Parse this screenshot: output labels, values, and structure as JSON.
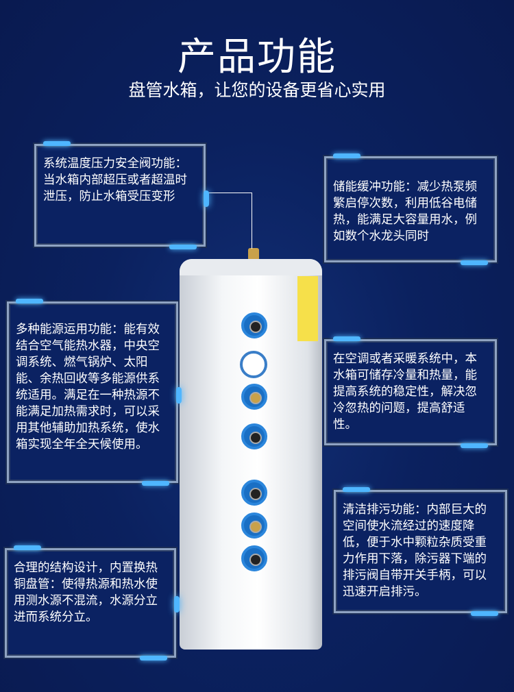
{
  "header": {
    "title": "产品功能",
    "subtitle": "盘管水箱，让您的设备更省心实用"
  },
  "features": [
    {
      "text": "系统温度压力安全阀功能：当水箱内部超压或者超温时泄压，防止水箱受压变形"
    },
    {
      "text": "储能缓冲功能：减少热泵频繁启停次数，利用低谷电储热，能满足大容量用水，例如数个水龙头同时"
    },
    {
      "text": "多种能源运用功能：能有效结合空气能热水器，中央空调系统、燃气锅炉、太阳能、余热回收等多能源供系统适用。满足在一种热源不能满足加热需求时，可以采用其他辅助加热系统，使水箱实现全年全天候使用。"
    },
    {
      "text": "在空调或者采暖系统中，本水箱可储存冷量和热量，能提高系统的稳定性，解决忽冷忽热的问题，提高舒适性。"
    },
    {
      "text": "清洁排污功能：内部巨大的空间使水流经过的速度降低，便于水中颗粒杂质受重力作用下落，除污器下端的排污阀自带开关手柄，可以迅速开启排污。"
    },
    {
      "text": "合理的结构设计，内置换热铜盘管：使得热源和热水使用测水源不混流，水源分立进而系统分立。"
    }
  ],
  "colors": {
    "background": "#0b215f",
    "accent": "#4fb6ff"
  }
}
